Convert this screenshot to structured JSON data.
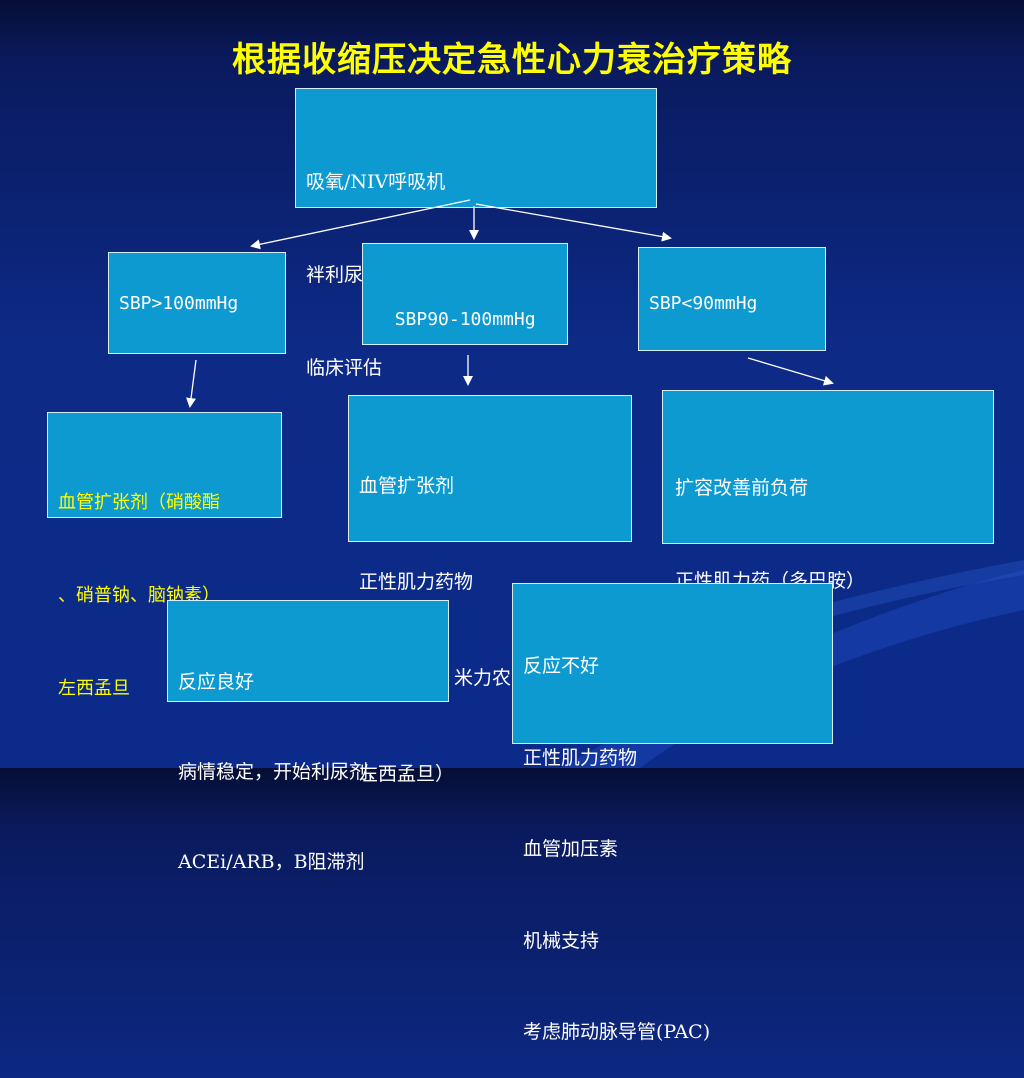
{
  "title": "根据收缩压决定急性心力衰治疗策略",
  "boxes": {
    "top": [
      "吸氧/NIV呼吸机",
      "袢利尿剂/扩血管",
      "临床评估"
    ],
    "sbp_high": "SBP>100mmHg",
    "sbp_mid": "SBP90-100mmHg",
    "sbp_low": "SBP<90mmHg",
    "treat_high": [
      "血管扩张剂（硝酸酯",
      "、硝普钠、脑钠素）",
      "左西孟旦"
    ],
    "treat_mid": [
      "血管扩张剂",
      "正性肌力药物",
      "（多巴胺、米力农、",
      "左西孟旦）"
    ],
    "treat_low": [
      "扩容改善前负荷",
      "正性肌力药（多巴胺）"
    ],
    "good": [
      "反应良好",
      "病情稳定，开始利尿剂、",
      "ACEi/ARB，B阻滞剂"
    ],
    "poor": [
      "反应不好",
      "正性肌力药物",
      "血管加压素",
      "机械支持",
      "考虑肺动脉导管(PAC)"
    ]
  },
  "colors": {
    "box_fill": "#0d9ad0",
    "title": "#ffff00",
    "highlight_text": "#ffff00",
    "background": "#0c2a8a"
  }
}
